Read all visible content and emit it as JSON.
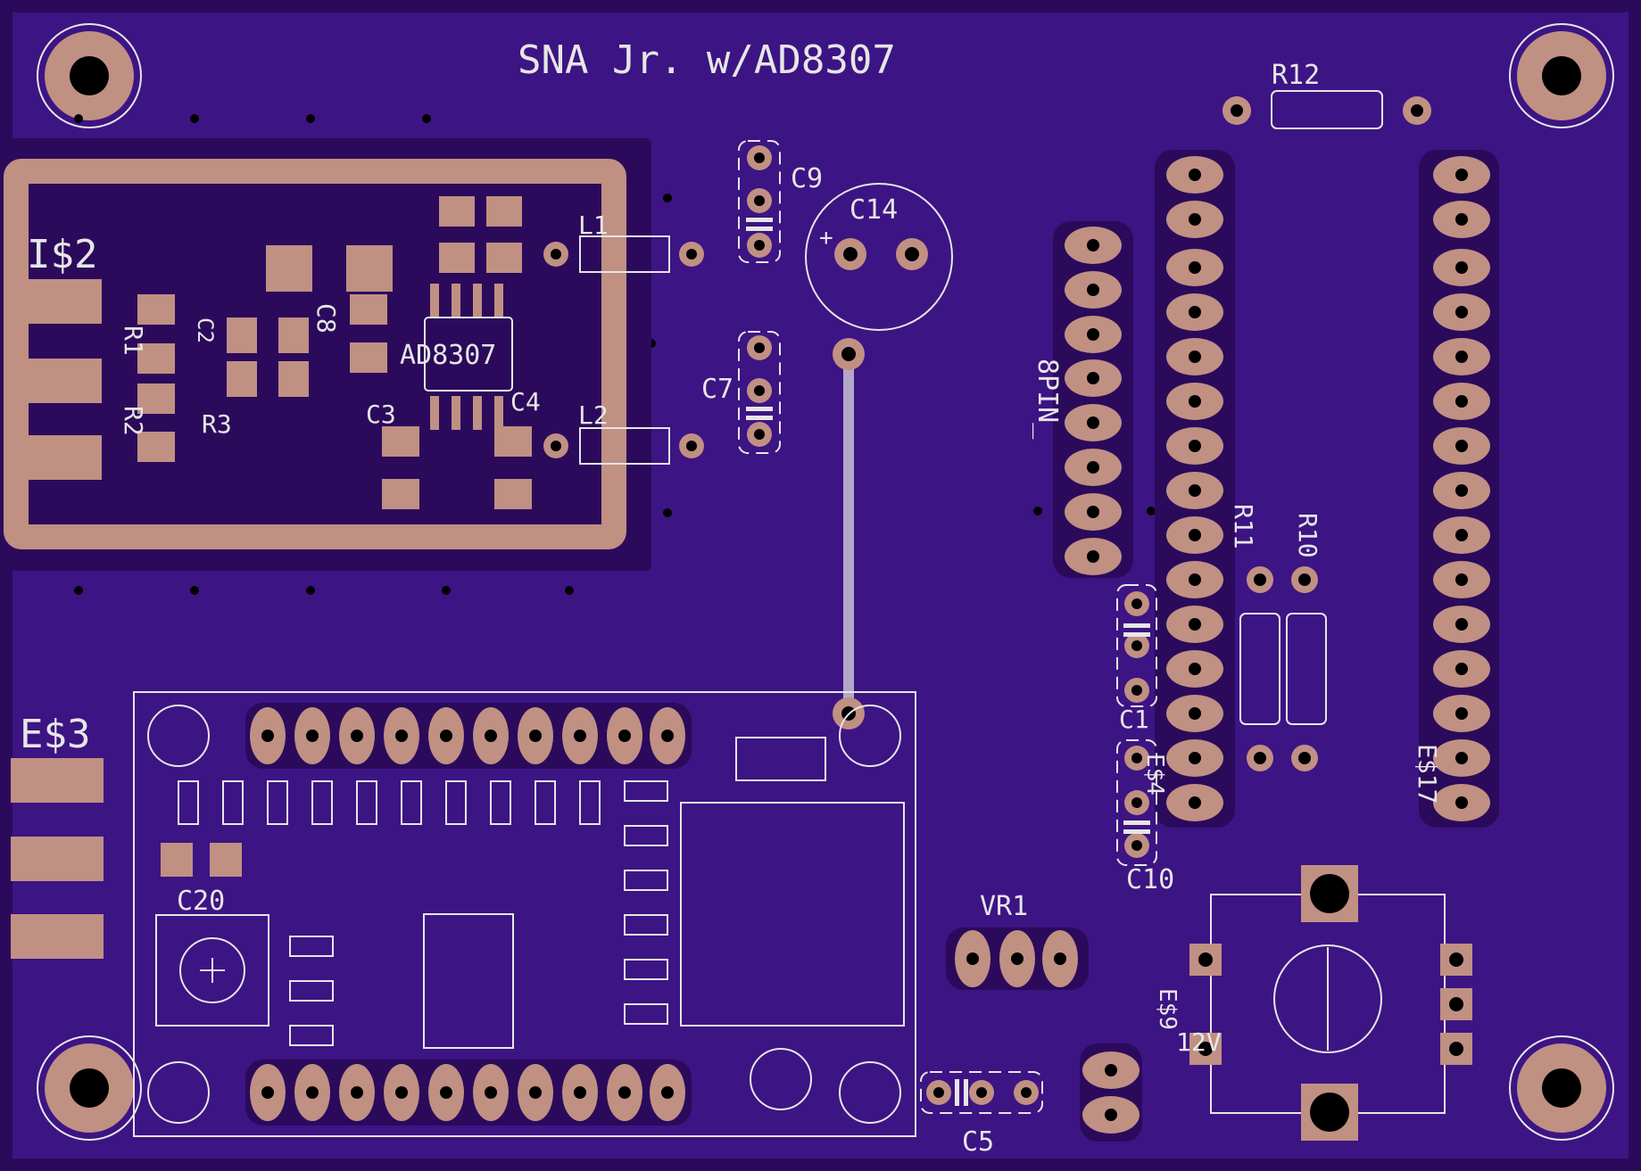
{
  "board": {
    "title": "SNA Jr. w/AD8307",
    "colors": {
      "substrate": "#2b0a5c",
      "copper": "#3d1484",
      "pad": "#c09083",
      "silk": "#e6e6e6",
      "drill": "#000000"
    }
  },
  "labels": {
    "r12": "R12",
    "c9": "C9",
    "c14": "C14",
    "c14_plus": "+",
    "is2": "I$2",
    "r1": "R1",
    "c2": "C2",
    "c8": "C8",
    "r2": "R2",
    "r3": "R3",
    "c3": "C3",
    "ad8307": "AD8307",
    "c4": "C4",
    "l1": "L1",
    "l2": "L2",
    "c7": "C7",
    "pin8": "8PIN_",
    "r11": "R11",
    "r10": "R10",
    "c1": "C1",
    "e4": "E$4",
    "es17": "E$17",
    "c10": "C10",
    "es3": "E$3",
    "c20": "C20",
    "vr1": "VR1",
    "es9": "E$9",
    "v12": "12V",
    "c5": "C5"
  }
}
